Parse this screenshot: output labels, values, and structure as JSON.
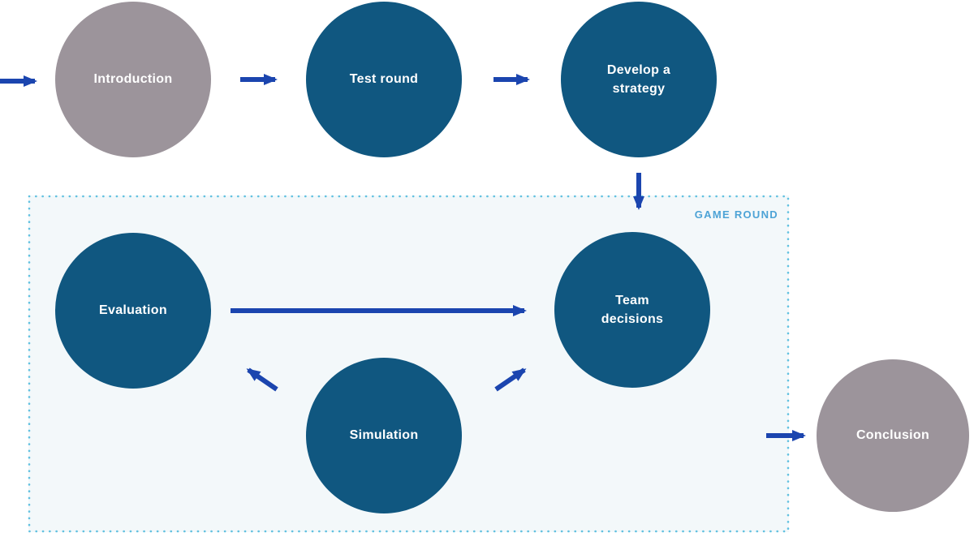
{
  "diagram": {
    "group": {
      "label": "GAME ROUND"
    },
    "nodes": {
      "introduction": {
        "label": "Introduction",
        "color": "gray"
      },
      "test_round": {
        "label": "Test round",
        "color": "blue"
      },
      "develop_strategy": {
        "label": "Develop a strategy",
        "color": "blue"
      },
      "evaluation": {
        "label": "Evaluation",
        "color": "blue"
      },
      "team_decisions": {
        "label": "Team decisions",
        "color": "blue"
      },
      "simulation": {
        "label": "Simulation",
        "color": "blue"
      },
      "conclusion": {
        "label": "Conclusion",
        "color": "gray"
      }
    },
    "edges": [
      {
        "from": "start",
        "to": "introduction"
      },
      {
        "from": "introduction",
        "to": "test_round"
      },
      {
        "from": "test_round",
        "to": "develop_strategy"
      },
      {
        "from": "develop_strategy",
        "to": "game_round"
      },
      {
        "from": "evaluation",
        "to": "team_decisions"
      },
      {
        "from": "simulation",
        "to": "evaluation"
      },
      {
        "from": "simulation",
        "to": "team_decisions"
      },
      {
        "from": "game_round",
        "to": "conclusion"
      }
    ],
    "colors": {
      "node_blue": "#105780",
      "node_gray": "#9C949B",
      "arrow": "#1B45AF",
      "group_background": "#F3F8FA",
      "group_border": "#62C1E0",
      "group_label": "#4DA3D6"
    }
  }
}
